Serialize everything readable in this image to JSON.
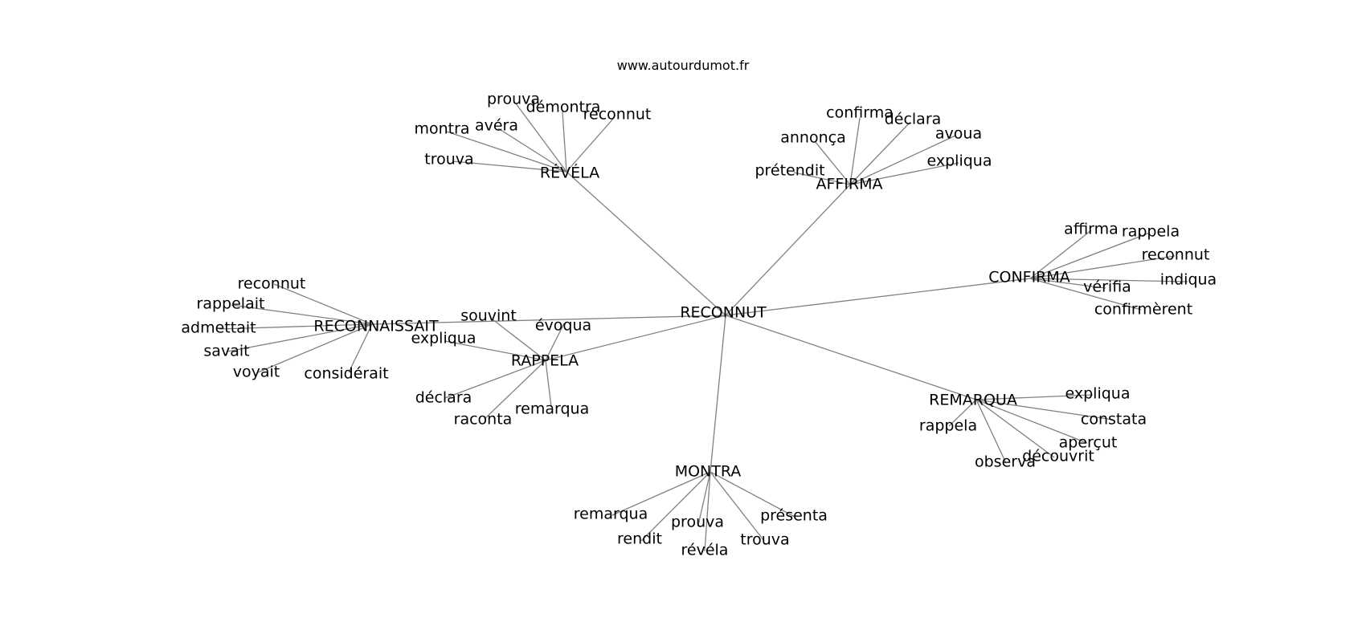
{
  "site": "www.autourdumot.fr",
  "graph": {
    "center": "RECONNUT",
    "hubs": [
      {
        "id": "revela",
        "label": "RÉVÉLA",
        "neighbors": [
          "prouva",
          "démontra",
          "reconnut",
          "avéra",
          "montra",
          "trouva"
        ]
      },
      {
        "id": "affirma",
        "label": "AFFIRMA",
        "neighbors": [
          "confirma",
          "déclara",
          "avoua",
          "annonça",
          "expliqua",
          "prétendit"
        ]
      },
      {
        "id": "confirma",
        "label": "CONFIRMA",
        "neighbors": [
          "affirma",
          "rappela",
          "reconnut",
          "indiqua",
          "vérifia",
          "confirmèrent"
        ]
      },
      {
        "id": "reconnaissait",
        "label": "RECONNAISSAIT",
        "neighbors": [
          "reconnut",
          "rappelait",
          "admettait",
          "savait",
          "voyait",
          "considérait"
        ]
      },
      {
        "id": "rappela",
        "label": "RAPPELA",
        "neighbors": [
          "souvint",
          "évoqua",
          "expliqua",
          "déclara",
          "raconta",
          "remarqua"
        ]
      },
      {
        "id": "remarqua",
        "label": "REMARQUA",
        "neighbors": [
          "expliqua",
          "constata",
          "rappela",
          "aperçut",
          "découvrit",
          "observa"
        ]
      },
      {
        "id": "montra",
        "label": "MONTRA",
        "neighbors": [
          "remarqua",
          "rendit",
          "prouva",
          "révéla",
          "trouva",
          "présenta"
        ]
      }
    ]
  }
}
